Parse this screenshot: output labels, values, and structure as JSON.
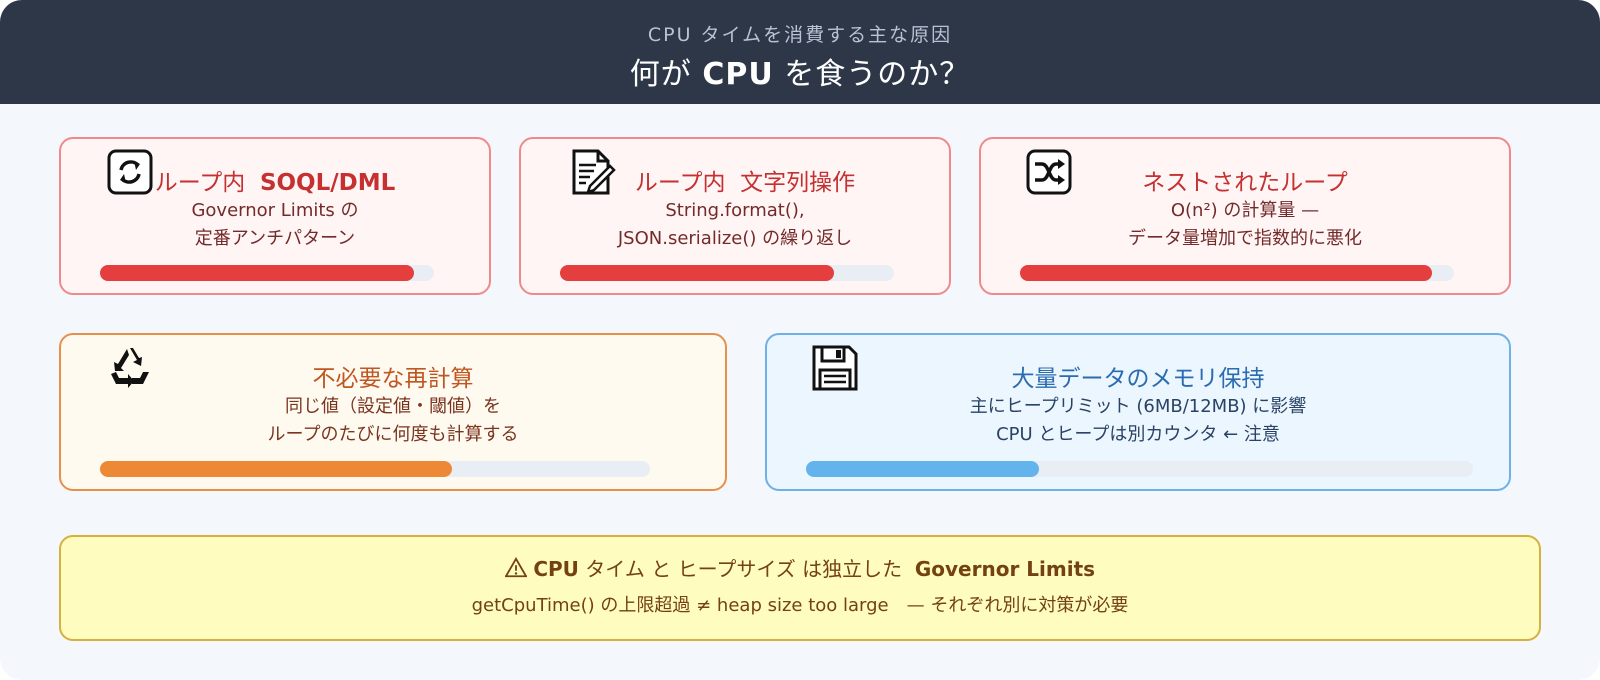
{
  "header": {
    "subtitle": "CPU タイムを消費する主な原因",
    "title_pre": "何が",
    "title_bold": "CPU",
    "title_post": "を食うのか？"
  },
  "cards": [
    {
      "icon": "refresh-icon",
      "title_pre": "ループ内",
      "title_bold": "SOQL/DML",
      "desc_line1": "Governor Limits の",
      "desc_line2": "定番アンチパターン",
      "level": 0.94,
      "color": "#e53e3e"
    },
    {
      "icon": "document-edit-icon",
      "title_pre": "ループ内",
      "title_bold": "文字列操作",
      "desc_line1": "String.format(),",
      "desc_line2": "JSON.serialize() の繰り返し",
      "level": 0.82,
      "color": "#e53e3e"
    },
    {
      "icon": "shuffle-icon",
      "title_pre": "ネストされたループ",
      "title_bold": "",
      "desc_line1": "O(n²) の計算量 —",
      "desc_line2": "データ量増加で指数的に悪化",
      "level": 0.95,
      "color": "#e53e3e"
    },
    {
      "icon": "recycle-icon",
      "title_pre": "不必要な再計算",
      "title_bold": "",
      "desc_line1": "同じ値（設定値・閾値）を",
      "desc_line2": "ループのたびに何度も計算する",
      "level": 0.64,
      "color": "#ed8936"
    },
    {
      "icon": "floppy-disk-icon",
      "title_pre": "大量データのメモリ保持",
      "title_bold": "",
      "desc_line1": "主にヒープリミット (6MB/12MB) に影響",
      "desc_line2": "CPU とヒープは別カウンタ ← 注意",
      "level": 0.35,
      "color": "#63b3ed"
    }
  ],
  "warning": {
    "icon": "warning-icon",
    "t1": "CPU",
    "t2": "タイム と ヒープサイズ は独立した",
    "t3": "Governor Limits",
    "sub": "getCpuTime() の上限超過 ≠ heap size too large　— それぞれ別に対策が必要"
  }
}
